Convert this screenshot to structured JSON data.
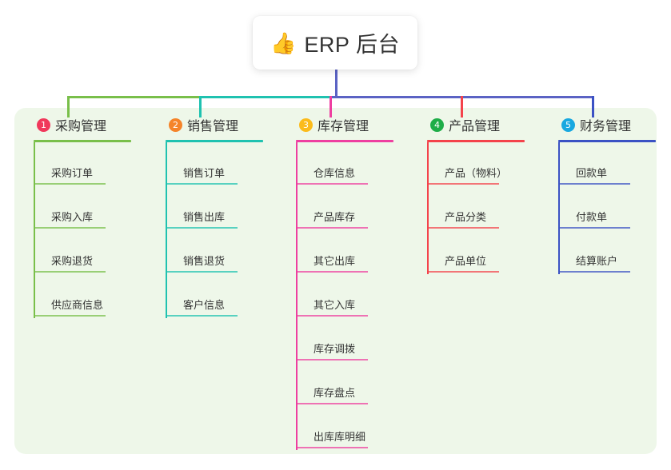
{
  "root": {
    "icon": "thumbs-up-icon",
    "icon_glyph": "👍",
    "title": "ERP 后台"
  },
  "palette": {
    "panel_background": "#eef7e9",
    "page_background": "#ffffff",
    "text": "#333333",
    "trunk": "#5b63c4"
  },
  "columns": [
    {
      "number": "1",
      "title": "采购管理",
      "badge_color": "#f0385b",
      "line_color": "#79bf4a",
      "items": [
        {
          "label": "采购订单"
        },
        {
          "label": "采购入库"
        },
        {
          "label": "采购退货"
        },
        {
          "label": "供应商信息"
        }
      ]
    },
    {
      "number": "2",
      "title": "销售管理",
      "badge_color": "#f5842a",
      "line_color": "#1fc2b0",
      "items": [
        {
          "label": "销售订单"
        },
        {
          "label": "销售出库"
        },
        {
          "label": "销售退货"
        },
        {
          "label": "客户信息"
        }
      ]
    },
    {
      "number": "3",
      "title": "库存管理",
      "badge_color": "#fbbb1b",
      "line_color": "#ee3fa0",
      "items": [
        {
          "label": "仓库信息"
        },
        {
          "label": "产品库存"
        },
        {
          "label": "其它出库"
        },
        {
          "label": "其它入库"
        },
        {
          "label": "库存调拨"
        },
        {
          "label": "库存盘点"
        },
        {
          "label": "出库库明细"
        }
      ]
    },
    {
      "number": "4",
      "title": "产品管理",
      "badge_color": "#1ead48",
      "line_color": "#f4434b",
      "items": [
        {
          "label": "产品（物料）"
        },
        {
          "label": "产品分类"
        },
        {
          "label": "产品单位"
        }
      ]
    },
    {
      "number": "5",
      "title": "财务管理",
      "badge_color": "#18a8e0",
      "line_color": "#3b52c4",
      "items": [
        {
          "label": "回款单"
        },
        {
          "label": "付款单"
        },
        {
          "label": "结算账户"
        }
      ]
    }
  ]
}
